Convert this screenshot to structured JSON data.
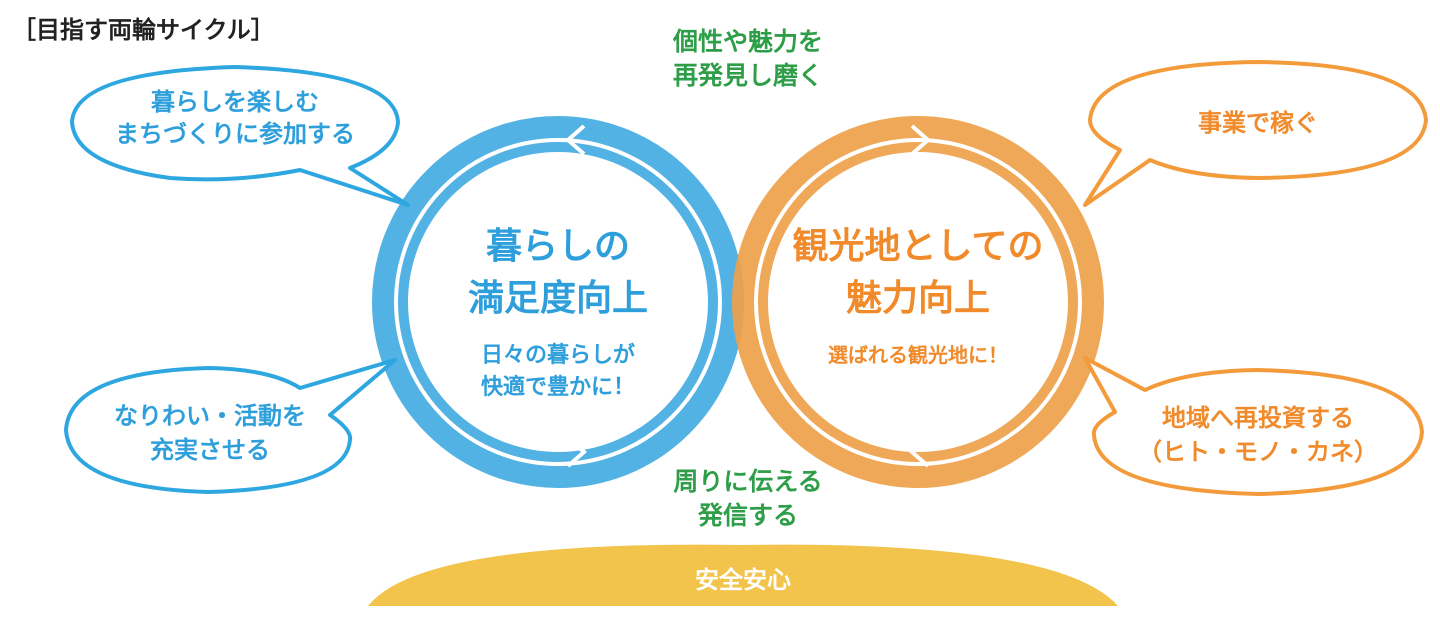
{
  "title": "［目指す両輪サイクル］",
  "top_label": [
    "個性や魅力を",
    "再発見し磨く"
  ],
  "bottom_label": [
    "周りに伝える",
    "発信する"
  ],
  "left_circle": {
    "heading": [
      "暮らしの",
      "満足度向上"
    ],
    "sub": [
      "日々の暮らしが",
      "快適で豊かに！"
    ]
  },
  "right_circle": {
    "heading": [
      "観光地としての",
      "魅力向上"
    ],
    "sub": [
      "選ばれる観光地に！"
    ]
  },
  "bubbles": {
    "top_left": [
      "暮らしを楽しむ",
      "まちづくりに参加する"
    ],
    "bottom_left": [
      "なりわい・活動を",
      "充実させる"
    ],
    "top_right": [
      "事業で稼ぐ"
    ],
    "bottom_right": [
      "地域へ再投資する",
      "（ヒト・モノ・カネ）"
    ]
  },
  "foundation": "安全安心",
  "colors": {
    "blue": "#4aaee3",
    "orange": "#eea04a",
    "green": "#2e9e48",
    "yellow": "#f2c44c"
  }
}
